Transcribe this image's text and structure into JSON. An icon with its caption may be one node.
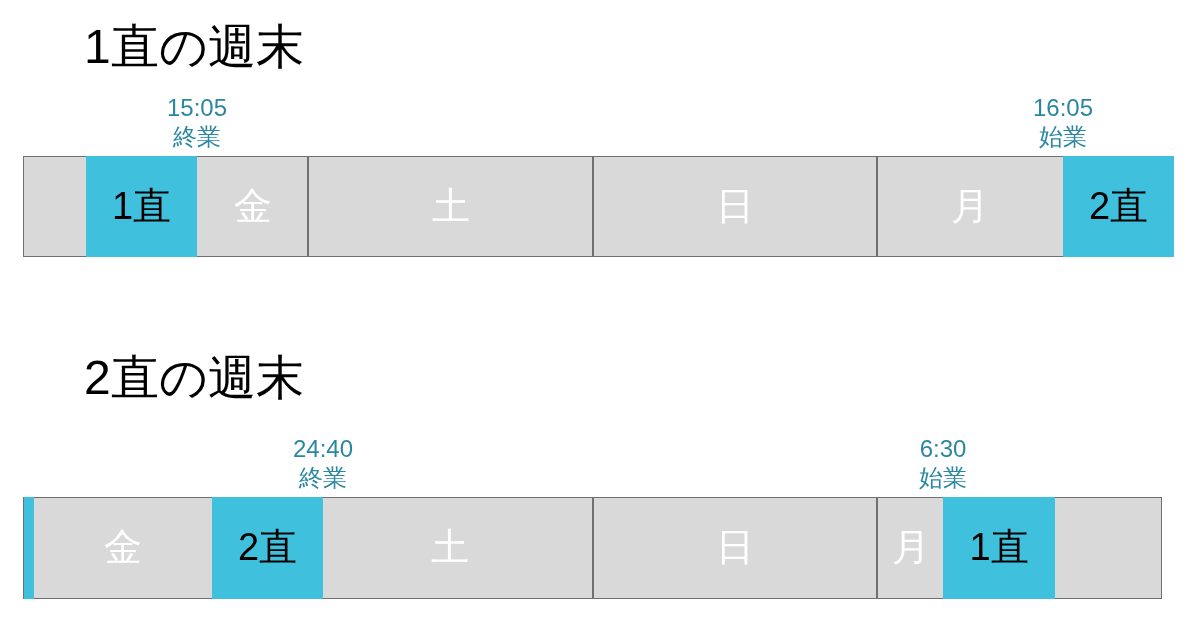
{
  "diagram": {
    "nodes": [
      {
        "text": [
          "金"
        ]
      },
      {
        "text": [
          "1直"
        ],
        "in": 0,
        "beside": [
          "15:05",
          "終業"
        ]
      },
      {
        "text": [
          "土"
        ]
      },
      {
        "text": [
          "日"
        ]
      },
      {
        "text": [
          "月"
        ]
      },
      {
        "text": [
          "2直"
        ],
        "beside": [
          "16:05",
          "始業"
        ]
      },
      {
        "text": [
          "金"
        ]
      },
      {
        "text": [],
        "shape": "bar",
        "in": 6
      },
      {
        "text": [
          "2直"
        ],
        "beside": [
          "24:40",
          "終業"
        ]
      },
      {
        "text": [
          "土"
        ]
      },
      {
        "text": [
          "日"
        ]
      },
      {
        "text": [
          "月"
        ]
      },
      {
        "text": [
          "1直"
        ],
        "in": 11,
        "beside": [
          "6:30",
          "始業"
        ]
      }
    ],
    "labels": [
      "1直の週末",
      "2直の週末"
    ]
  }
}
